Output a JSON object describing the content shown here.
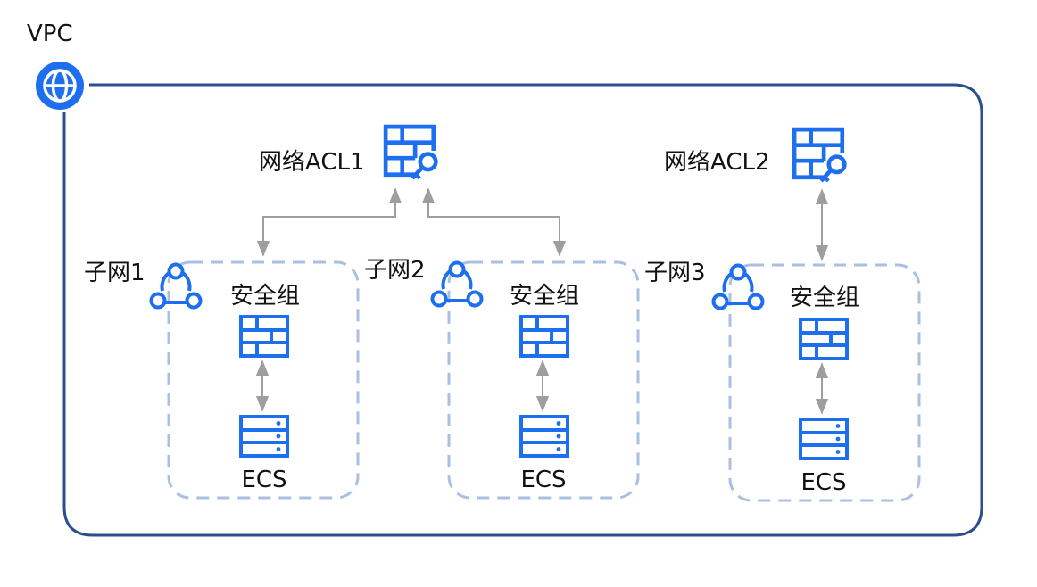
{
  "colors": {
    "vpc_border": "#2B4E8C",
    "icon_blue": "#1E6EF0",
    "subnet_dash": "#A9C0E3",
    "arrow_gray": "#9E9E9E",
    "text": "#111111",
    "background": "#FFFFFF"
  },
  "vpc": {
    "label": "VPC",
    "icon": "globe-icon"
  },
  "acls": [
    {
      "label": "网络ACL1",
      "icon": "firewall-key-icon"
    },
    {
      "label": "网络ACL2",
      "icon": "firewall-key-icon"
    }
  ],
  "subnets": [
    {
      "label": "子网1",
      "icon": "subnet-icon",
      "sg_label": "安全组",
      "sg_icon": "security-group-brick-icon",
      "ecs_label": "ECS",
      "ecs_icon": "ecs-server-icon"
    },
    {
      "label": "子网2",
      "icon": "subnet-icon",
      "sg_label": "安全组",
      "sg_icon": "security-group-brick-icon",
      "ecs_label": "ECS",
      "ecs_icon": "ecs-server-icon"
    },
    {
      "label": "子网3",
      "icon": "subnet-icon",
      "sg_label": "安全组",
      "sg_icon": "security-group-brick-icon",
      "ecs_label": "ECS",
      "ecs_icon": "ecs-server-icon"
    }
  ],
  "connections": [
    {
      "from": "网络ACL1",
      "to": "子网1",
      "direction": "bidirectional"
    },
    {
      "from": "网络ACL1",
      "to": "子网2",
      "direction": "bidirectional"
    },
    {
      "from": "网络ACL2",
      "to": "子网3",
      "direction": "bidirectional"
    },
    {
      "from": "安全组",
      "to": "ECS",
      "direction": "bidirectional"
    }
  ]
}
